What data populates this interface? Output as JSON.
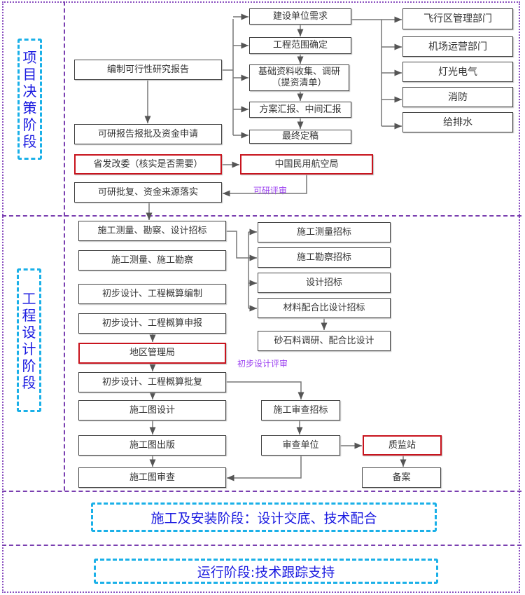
{
  "phases": {
    "decision": "项目决策阶段",
    "design": "工程设计阶段",
    "construction": "施工及安装阶段：设计交底、技术配合",
    "operation": "运行阶段:技术跟踪支持"
  },
  "decision": {
    "feasibility_report": "编制可行性研究报告",
    "report_approval": "可研报告报批及资金申请",
    "provincial_ndrc": "省发改委（核实是否需要）",
    "caac": "中国民用航空局",
    "approval_funding": "可研批复、资金来源落实",
    "review_label": "可研评审",
    "steps": [
      "建设单位需求",
      "工程范围确定",
      "基础资料收集、调研（提资清单）",
      "方案汇报、中间汇报",
      "最终定稿"
    ],
    "departments": [
      "飞行区管理部门",
      "机场运营部门",
      "灯光电气",
      "消防",
      "给排水"
    ]
  },
  "design": {
    "left": [
      "施工测量、勘察、设计招标",
      "施工测量、施工勘察",
      "初步设计、工程概算编制",
      "初步设计、工程概算申报",
      "地区管理局",
      "初步设计、工程概算批复",
      "施工图设计",
      "施工图出版",
      "施工图审查"
    ],
    "tenders": [
      "施工测量招标",
      "施工勘察招标",
      "设计招标",
      "材料配合比设计招标",
      "砂石料调研、配合比设计"
    ],
    "review_tender": "施工审查招标",
    "review_unit": "审查单位",
    "quality_station": "质监站",
    "filing": "备案",
    "preliminary_review_label": "初步设计评审"
  }
}
